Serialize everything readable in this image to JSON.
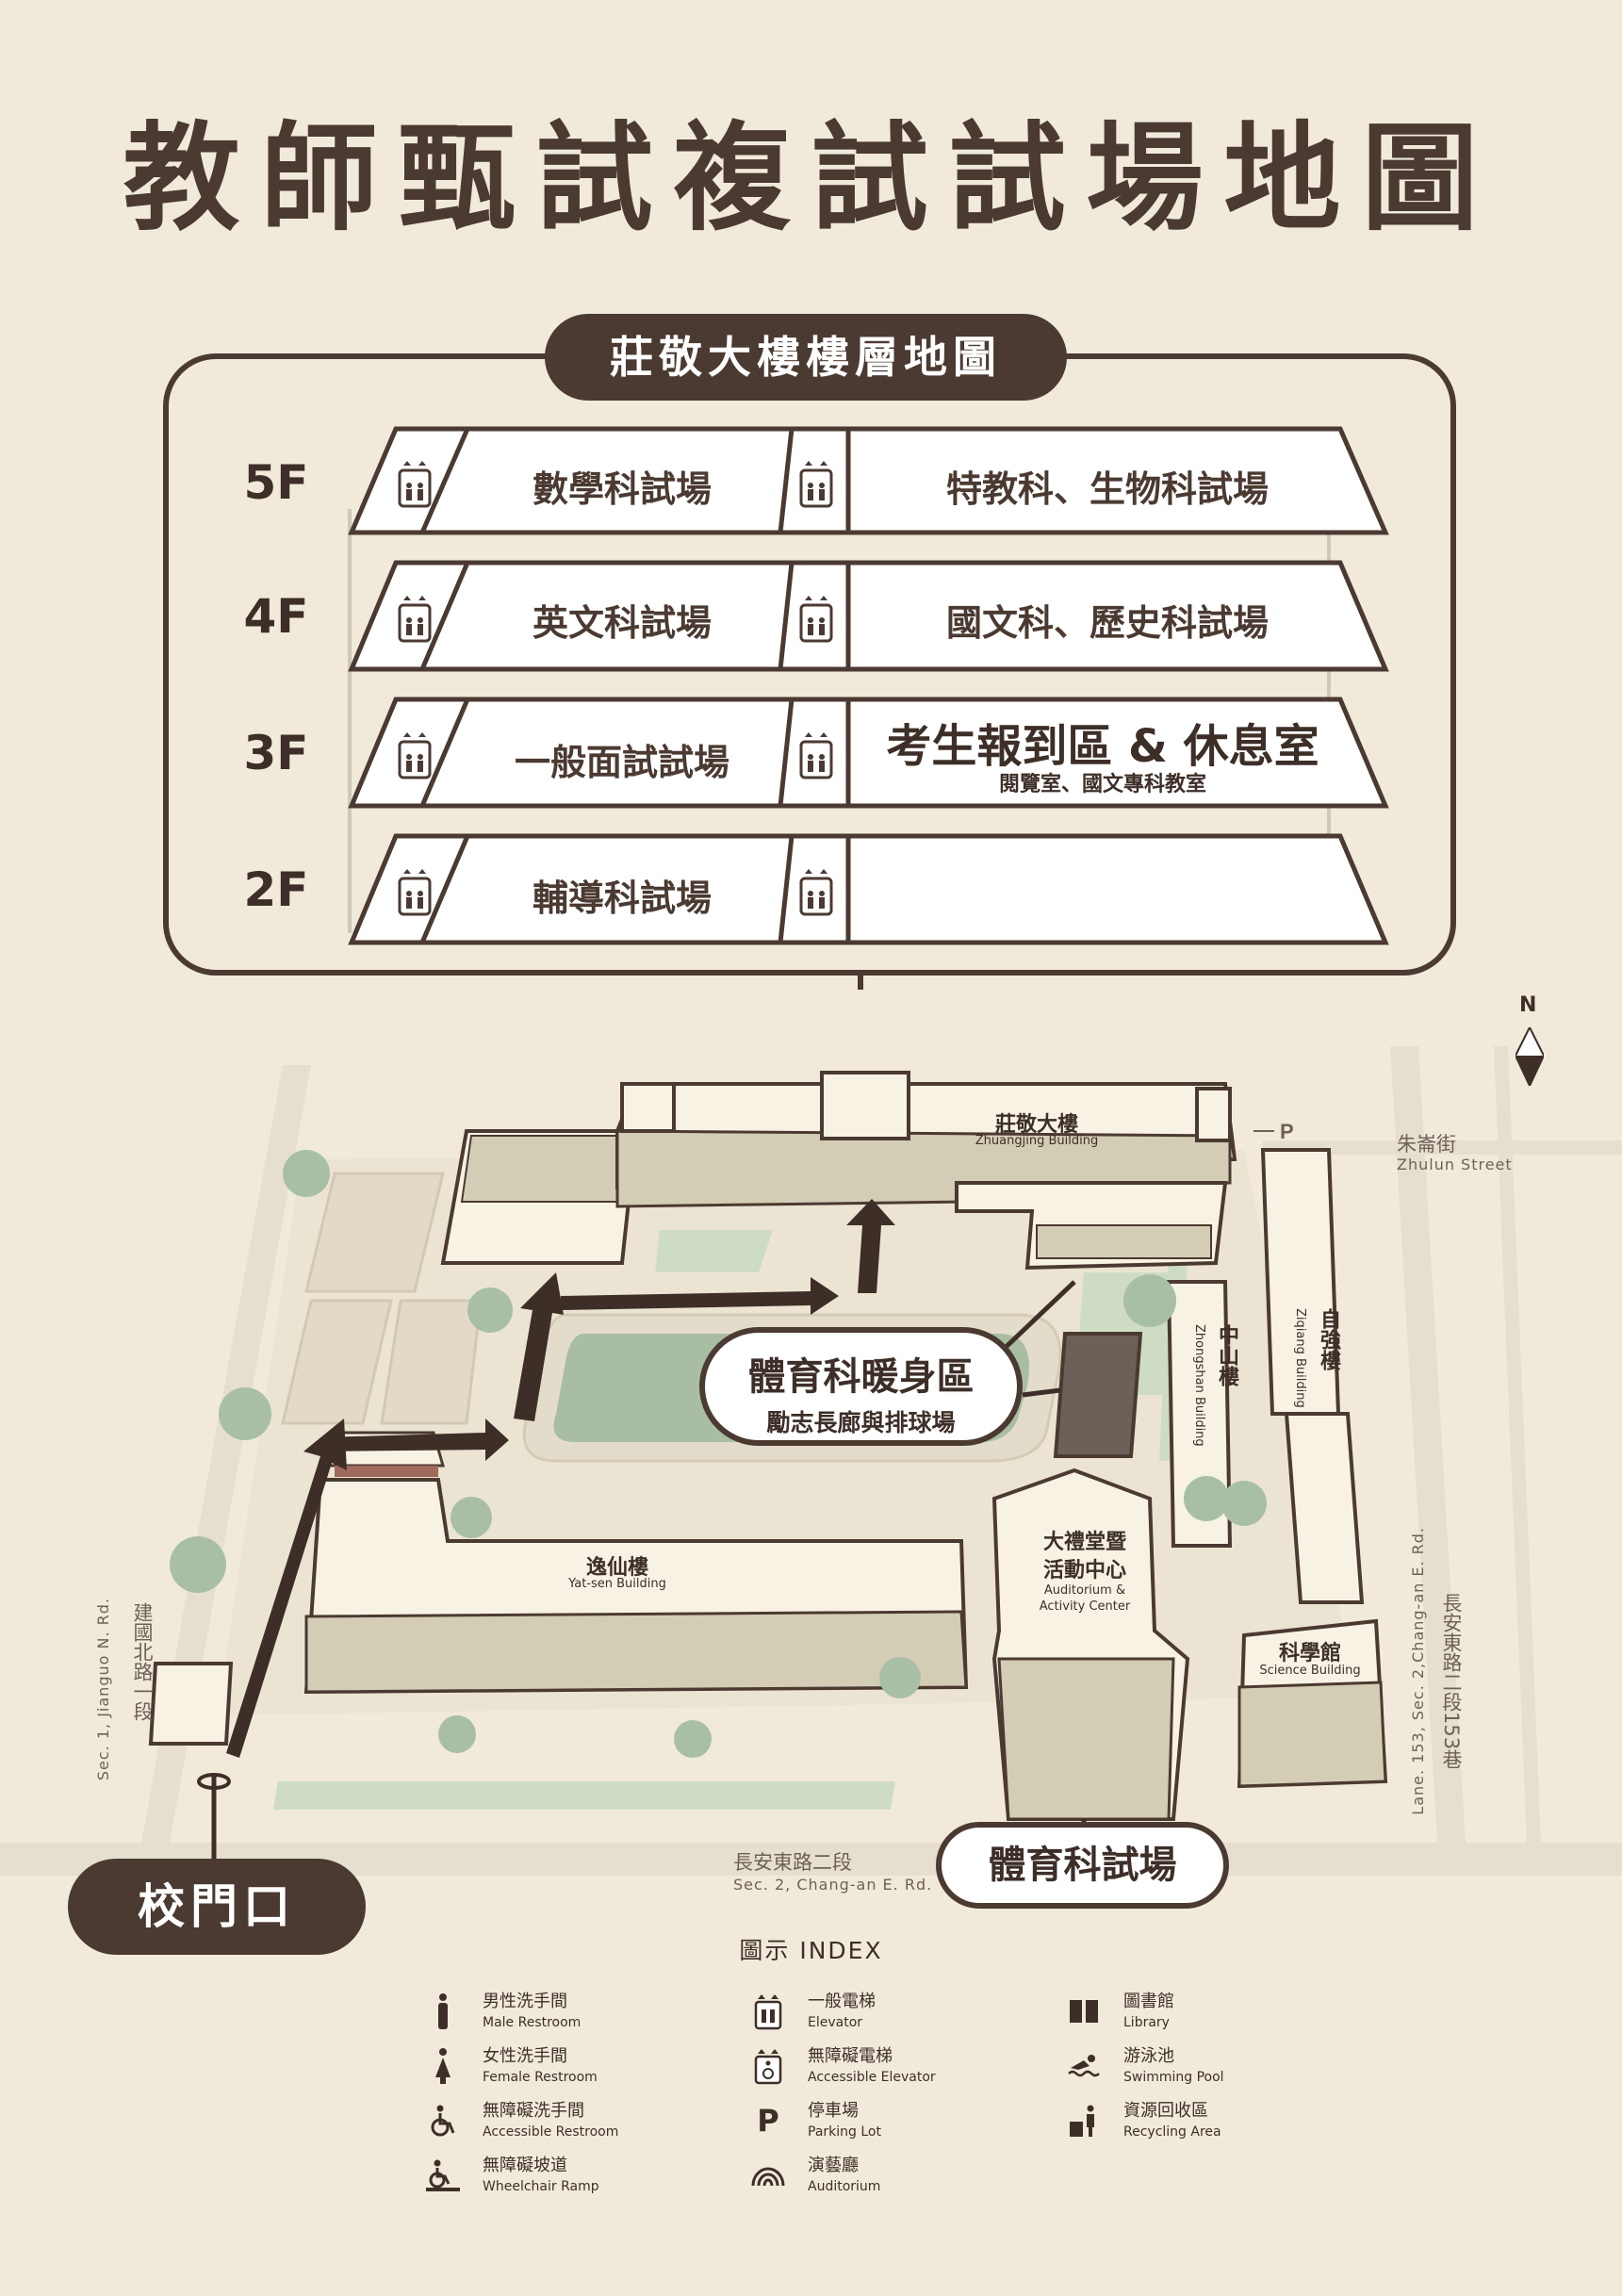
{
  "title": "教師甄試複試試場地圖",
  "panel": {
    "title": "莊敬大樓樓層地圖",
    "floors": [
      {
        "label": "5F",
        "left_room": "數學科試場",
        "right_room": "特教科、生物科試場"
      },
      {
        "label": "4F",
        "left_room": "英文科試場",
        "right_room": "國文科、歷史科試場"
      },
      {
        "label": "3F",
        "left_room": "一般面試試場",
        "right_room": "考生報到區 & 休息室",
        "right_sub": "閱覽室、國文專科教室"
      },
      {
        "label": "2F",
        "left_room": "輔導科試場",
        "right_room": ""
      }
    ]
  },
  "map": {
    "north": "N",
    "buildings": {
      "zhuangjing": {
        "zh": "莊敬大樓",
        "en": "Zhuangjing Building"
      },
      "zhongshan": {
        "zh": "中山樓",
        "en": "Zhongshan Building"
      },
      "ziqiang": {
        "zh": "自強樓",
        "en": "Ziqiang Building"
      },
      "yatsen": {
        "zh": "逸仙樓",
        "en": "Yat-sen Building"
      },
      "auditorium": {
        "zh1": "大禮堂暨",
        "zh2": "活動中心",
        "en1": "Auditorium &",
        "en2": "Activity Center"
      },
      "science": {
        "zh": "科學館",
        "en": "Science Building"
      }
    },
    "streets": {
      "zhulun": {
        "zh": "朱崙街",
        "en": "Zhulun Street"
      },
      "changan": {
        "zh": "長安東路二段",
        "en": "Sec. 2, Chang-an E. Rd."
      },
      "jianguo": {
        "zh": "建國北路一段",
        "en": "Sec. 1, Jianguo N. Rd."
      },
      "lane": {
        "zh": "長安東路二段153巷",
        "en": "Lane. 153, Sec. 2,Chang-an E. Rd."
      }
    },
    "callouts": {
      "pe_warmup_title": "體育科暖身區",
      "pe_warmup_sub": "勵志長廊與排球場",
      "pe_exam": "體育科試場",
      "gate": "校門口"
    },
    "parking": "P"
  },
  "legend": {
    "title": "圖示  INDEX",
    "items": [
      {
        "icon": "male-restroom-icon",
        "zh": "男性洗手間",
        "en": "Male Restroom"
      },
      {
        "icon": "female-restroom-icon",
        "zh": "女性洗手間",
        "en": "Female Restroom"
      },
      {
        "icon": "accessible-restroom-icon",
        "zh": "無障礙洗手間",
        "en": "Accessible Restroom"
      },
      {
        "icon": "wheelchair-ramp-icon",
        "zh": "無障礙坡道",
        "en": "Wheelchair Ramp"
      },
      {
        "icon": "elevator-icon",
        "zh": "一般電梯",
        "en": "Elevator"
      },
      {
        "icon": "accessible-elevator-icon",
        "zh": "無障礙電梯",
        "en": "Accessible Elevator"
      },
      {
        "icon": "parking-icon",
        "zh": "停車場",
        "en": "Parking Lot"
      },
      {
        "icon": "auditorium-icon",
        "zh": "演藝廳",
        "en": "Auditorium"
      },
      {
        "icon": "library-icon",
        "zh": "圖書館",
        "en": "Library"
      },
      {
        "icon": "swimming-pool-icon",
        "zh": "游泳池",
        "en": "Swimming Pool"
      },
      {
        "icon": "recycling-icon",
        "zh": "資源回收區",
        "en": "Recycling Area"
      }
    ]
  },
  "colors": {
    "background": "#f1eadb",
    "dark": "#4b3a31",
    "building": "#f7f2e4",
    "tree": "#a8bfa6",
    "grass": "#cfdcc4"
  }
}
